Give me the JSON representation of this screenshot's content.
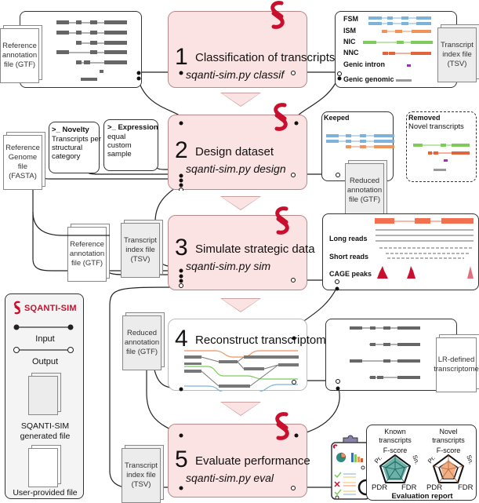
{
  "colors": {
    "step_fill": "#fbe3e3",
    "step_border": "#b88a8a",
    "brand_red": "#c8102e",
    "fsm_blue": "#7fb2d9",
    "ism_orange": "#f0925a",
    "nic_green": "#7dcc5a",
    "nnc_orange": "#e0643c",
    "genic_intron_purple": "#9b30b0",
    "genic_genomic_gray": "#999999",
    "known_teal": "#3a9a8e",
    "novel_orange": "#f0a070",
    "cage_red": "#c8102e"
  },
  "steps": [
    {
      "number": "1",
      "title": "Classification of transcripts",
      "command": "sqanti-sim.py classif"
    },
    {
      "number": "2",
      "title": "Design dataset",
      "command": "sqanti-sim.py design"
    },
    {
      "number": "3",
      "title": "Simulate strategic data",
      "command": "sqanti-sim.py sim"
    },
    {
      "number": "4",
      "title": "Reconstruct transcriptome",
      "command": ""
    },
    {
      "number": "5",
      "title": "Evaluate performance",
      "command": "sqanti-sim.py eval"
    }
  ],
  "files": {
    "ref_annotation_1": "Reference annotation file (GTF)",
    "transcript_index_1": "Transcript index file (TSV)",
    "ref_genome": "Reference Genome file (FASTA)",
    "reduced_annotation_2": "Reduced annotation file (GTF)",
    "ref_annotation_3": "Reference annotation file (GTF)",
    "transcript_index_3": "Transcript index file (TSV)",
    "reduced_annotation_4": "Reduced annotation file (GTF)",
    "lr_transcriptome": "LR-defined transcriptome",
    "transcript_index_5": "Transcript index file (TSV)"
  },
  "classification": {
    "categories": [
      "FSM",
      "ISM",
      "NIC",
      "NNC",
      "Genic intron",
      "Genic genomic"
    ]
  },
  "params": {
    "novelty": {
      "title": ">_ Novelty",
      "lines": [
        "Transcripts per",
        "structural",
        "category"
      ]
    },
    "expression": {
      "title": ">_ Expression",
      "lines": [
        "equal",
        "custom",
        "sample"
      ]
    }
  },
  "design": {
    "keeped_label": "Keeped",
    "removed_label": "Removed",
    "removed_sub": "Novel transcripts"
  },
  "simulation": {
    "long_reads": "Long reads",
    "short_reads": "Short reads",
    "cage_peaks": "CAGE peaks"
  },
  "evaluation": {
    "known_title": "Known transcripts",
    "novel_title": "Novel transcripts",
    "fscore": "F-score",
    "pr": "Pr.",
    "sn": "Sn.",
    "pdr": "PDR",
    "fdr": "FDR",
    "report_label": "Evaluation report"
  },
  "legend": {
    "brand": "SQANTI-SIM",
    "input": "Input",
    "output": "Output",
    "generated": "SQANTI-SIM generated file",
    "user_provided": "User-provided file"
  }
}
